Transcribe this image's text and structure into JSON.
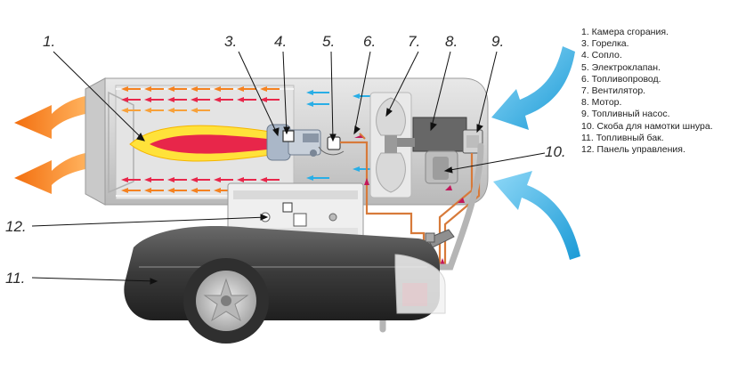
{
  "callout_numbers": {
    "n1": "1.",
    "n3": "3.",
    "n4": "4.",
    "n5": "5.",
    "n6": "6.",
    "n7": "7.",
    "n8": "8.",
    "n9": "9.",
    "n10": "10.",
    "n11": "11.",
    "n12": "12."
  },
  "legend": [
    "1. Камера сгорания.",
    "3. Горелка.",
    "4. Сопло.",
    "5. Электроклапан.",
    "6. Топливопровод.",
    "7. Вентилятор.",
    "8. Мотор.",
    "9. Топливный насос.",
    "10. Скоба для намотки шнура.",
    "11. Топливный бак.",
    "12. Панель управления."
  ],
  "colors": {
    "hot_air": "#f58220",
    "cold_air": "#29aee6",
    "flame_outer": "#ffe23a",
    "flame_core": "#e8264a",
    "fuel_line": "#d77a3a",
    "body": "#d7d7d7",
    "tank": "#3d3d3d"
  }
}
